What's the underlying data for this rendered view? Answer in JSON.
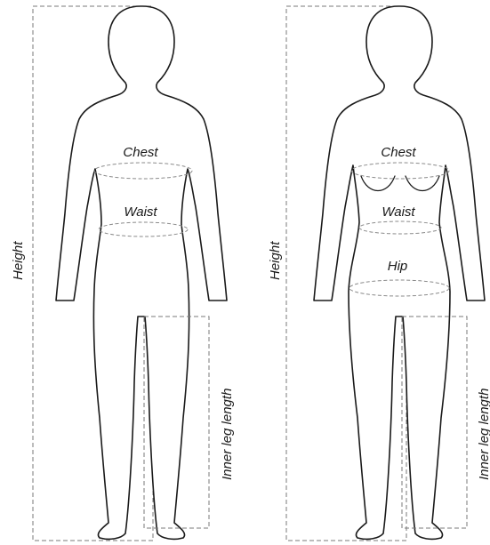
{
  "figures": [
    {
      "id": "male",
      "labels": {
        "height": "Height",
        "chest": "Chest",
        "waist": "Waist",
        "inner_leg": "Inner leg length"
      }
    },
    {
      "id": "female",
      "labels": {
        "height": "Height",
        "chest": "Chest",
        "waist": "Waist",
        "hip": "Hip",
        "inner_leg": "Inner leg length"
      }
    }
  ],
  "colors": {
    "outline": "#1a1a1a",
    "guide": "#7a7a7a",
    "background": "#ffffff"
  }
}
